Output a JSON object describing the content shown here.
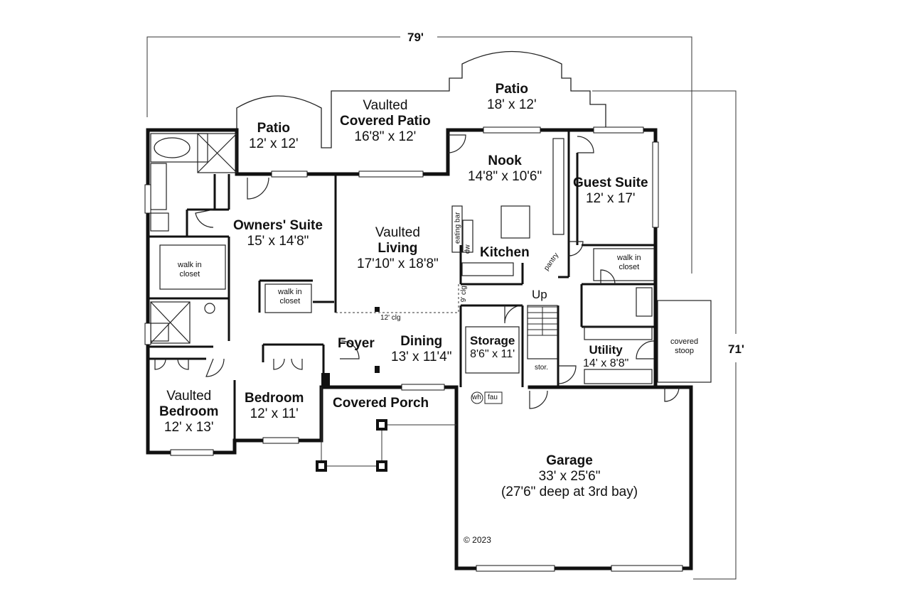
{
  "dimensions": {
    "width": "79'",
    "depth": "71'"
  },
  "rooms": {
    "patio_left": {
      "name": "Patio",
      "size": "12' x 12'"
    },
    "covered_patio": {
      "prefix": "Vaulted",
      "name": "Covered Patio",
      "size": "16'8\" x 12'"
    },
    "patio_right": {
      "name": "Patio",
      "size": "18' x 12'"
    },
    "nook": {
      "name": "Nook",
      "size": "14'8\" x 10'6\""
    },
    "guest_suite": {
      "name": "Guest Suite",
      "size": "12' x 17'"
    },
    "owners_suite": {
      "name": "Owners' Suite",
      "size": "15' x 14'8\""
    },
    "living": {
      "prefix": "Vaulted",
      "name": "Living",
      "size": "17'10\" x 18'8\""
    },
    "kitchen": {
      "name": "Kitchen"
    },
    "foyer": {
      "name": "Foyer"
    },
    "dining": {
      "name": "Dining",
      "size": "13' x 11'4\""
    },
    "storage": {
      "name": "Storage",
      "size": "8'6\" x 11'"
    },
    "utility": {
      "name": "Utility",
      "size": "14' x 8'8\""
    },
    "vaulted_bedroom": {
      "prefix": "Vaulted",
      "name": "Bedroom",
      "size": "12' x 13'"
    },
    "bedroom": {
      "name": "Bedroom",
      "size": "12' x 11'"
    },
    "covered_porch": {
      "name": "Covered Porch"
    },
    "garage": {
      "name": "Garage",
      "size": "33' x 25'6\"",
      "note": "(27'6\" deep at 3rd bay)"
    }
  },
  "notes": {
    "walk_in_closet": "walk in closet",
    "walk_in": "walk in",
    "closet": "closet",
    "eating_bar": "eating bar",
    "dw": "dw",
    "pantry": "pantry",
    "ceiling_12": "12' clg",
    "ceiling_9": "9' clg",
    "up": "Up",
    "stor": "stor.",
    "wh": "wh",
    "fau": "fau",
    "covered_stoop_1": "covered",
    "covered_stoop_2": "stoop",
    "copyright": "© 2023"
  }
}
